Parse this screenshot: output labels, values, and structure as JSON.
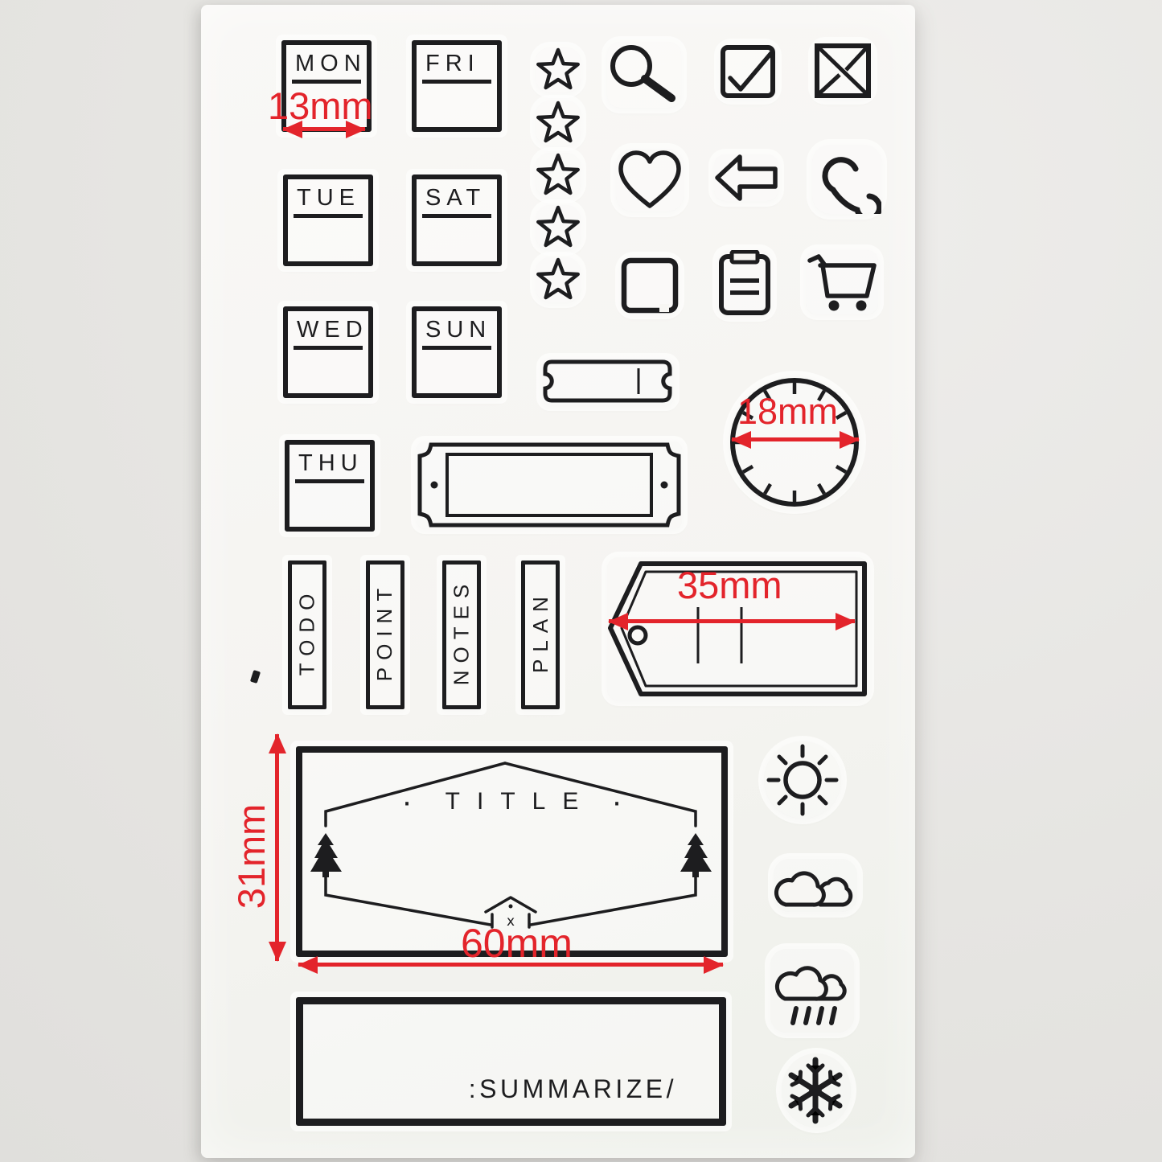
{
  "colors": {
    "ink": "#1d1d1f",
    "red": "#e3242b",
    "background": "#e7e6e3",
    "sheet": "#f7f6f3"
  },
  "days": [
    {
      "label": "MON"
    },
    {
      "label": "FRI"
    },
    {
      "label": "TUE"
    },
    {
      "label": "SAT"
    },
    {
      "label": "WED"
    },
    {
      "label": "SUN"
    },
    {
      "label": "THU"
    }
  ],
  "tabs": [
    {
      "label": "TODO"
    },
    {
      "label": "POINT"
    },
    {
      "label": "NOTES"
    },
    {
      "label": "PLAN"
    }
  ],
  "dims": {
    "d13": "13mm",
    "d18": "18mm",
    "d35": "35mm",
    "d31": "31mm",
    "d60": "60mm"
  },
  "title_stamp": {
    "left_dot": "·",
    "text": "TITLE",
    "right_dot": "·",
    "house_mark": "x"
  },
  "summarize_stamp": {
    "text": ":SUMMARIZE/"
  },
  "icons": [
    "star-icon",
    "star-icon",
    "star-icon",
    "star-icon",
    "star-icon",
    "magnifier-icon",
    "checkbox-check-icon",
    "envelope-icon",
    "heart-icon",
    "arrow-left-icon",
    "phone-icon",
    "rounded-square-icon",
    "clipboard-icon",
    "shopping-cart-icon",
    "ticket-icon",
    "clock-icon",
    "label-plate-icon",
    "tag-icon",
    "sun-icon",
    "clouds-icon",
    "rain-cloud-icon",
    "snowflake-icon",
    "pine-tree-icon",
    "pine-tree-icon",
    "house-icon"
  ]
}
